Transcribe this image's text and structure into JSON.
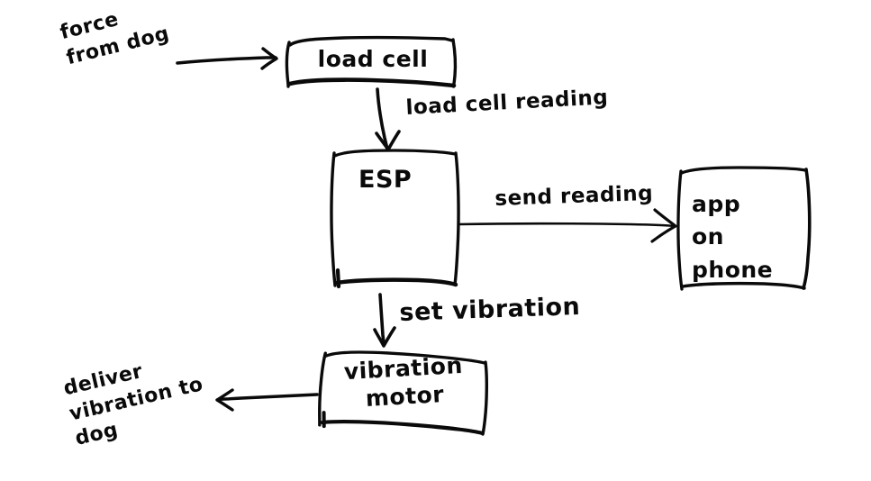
{
  "diagram": {
    "title": "Dog force sensing and vibration feedback flow",
    "style": "hand-drawn sketch",
    "ink_color": "#0a0a0a",
    "background_color": "#ffffff",
    "nodes": [
      {
        "id": "load-cell",
        "label": "load cell"
      },
      {
        "id": "esp",
        "label": "ESP"
      },
      {
        "id": "app-on-phone",
        "label": "app\non\nphone"
      },
      {
        "id": "vibration-motor",
        "label": "vibration\nmotor"
      }
    ],
    "edges": [
      {
        "id": "force-in",
        "label": "force\nfrom dog",
        "from": "external",
        "to": "load-cell",
        "direction": "right"
      },
      {
        "id": "lc-reading",
        "label": "load cell reading",
        "from": "load-cell",
        "to": "esp",
        "direction": "down"
      },
      {
        "id": "send-reading",
        "label": "send reading",
        "from": "esp",
        "to": "app-on-phone",
        "direction": "right"
      },
      {
        "id": "set-vibration",
        "label": "set vibration",
        "from": "esp",
        "to": "vibration-motor",
        "direction": "down"
      },
      {
        "id": "deliver-out",
        "label": "deliver\nvibration to\ndog",
        "from": "vibration-motor",
        "to": "external",
        "direction": "left"
      }
    ]
  },
  "labels": {
    "force_from_dog": "force\nfrom dog",
    "load_cell": "load cell",
    "load_cell_reading": "load cell reading",
    "esp": "ESP",
    "send_reading": "send reading",
    "app_on_phone": "app\non\nphone",
    "set_vibration": "set vibration",
    "vibration_motor": "vibration\nmotor",
    "deliver_vibration_to_dog": "deliver\nvibration to\ndog"
  }
}
